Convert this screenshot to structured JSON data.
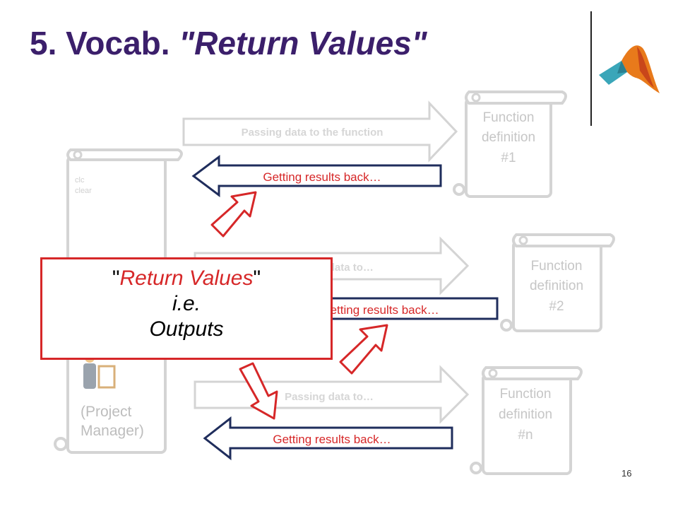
{
  "slide": {
    "title_prefix": "5. Vocab.",
    "title_quoted": "\"Return Values\"",
    "page_number": "16"
  },
  "main_script": {
    "code_line1": "clc",
    "code_line2": "clear",
    "caption_line1": "(Project",
    "caption_line2": "Manager)"
  },
  "functions": [
    {
      "line1": "Function",
      "line2": "definition",
      "line3": "#1"
    },
    {
      "line1": "Function",
      "line2": "definition",
      "line3": "#2"
    },
    {
      "line1": "Function",
      "line2": "definition",
      "line3": "#n"
    }
  ],
  "arrows": {
    "pass1": "Passing data to the function",
    "pass2": "Passing data to…",
    "pass3": "Passing data to…",
    "back1": "Getting results back…",
    "back2": "Getting results back…",
    "back3": "Getting results back…"
  },
  "callout": {
    "line1_prefix": "\"",
    "line1_emph": "Return Values",
    "line1_suffix": "\"",
    "line2": "i.e.",
    "line3": "Outputs"
  },
  "colors": {
    "title": "#3b1f6b",
    "accent_red": "#d62728",
    "arrow_navy": "#1f2d5c",
    "faded_gray": "#cfcfcf"
  }
}
